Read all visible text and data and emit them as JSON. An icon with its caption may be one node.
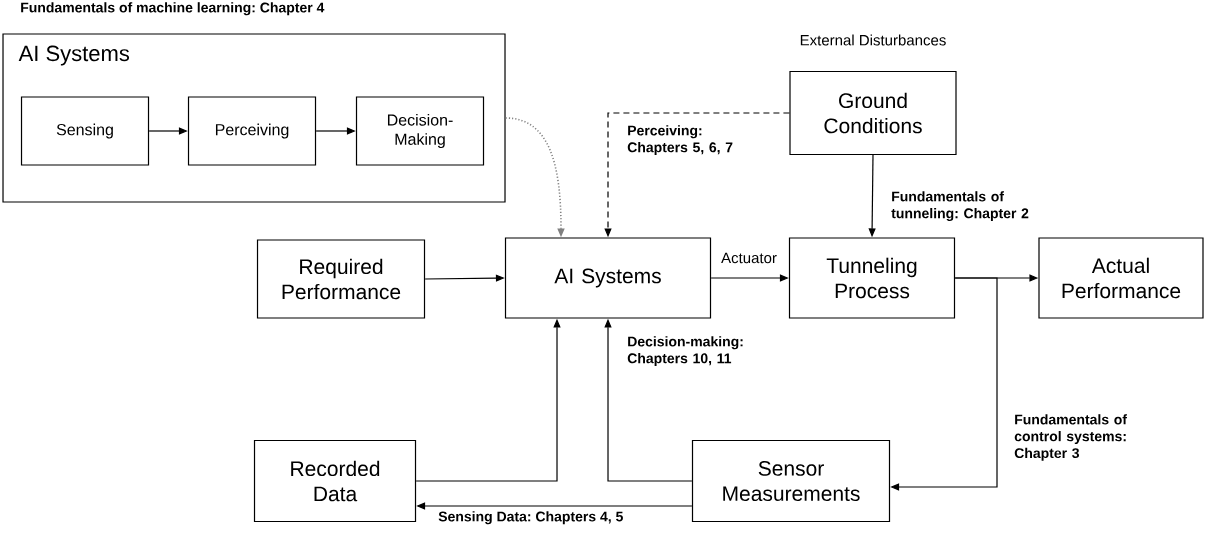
{
  "diagram": {
    "nodes": [
      {
        "text": [
          "AI Systems"
        ],
        "beside": [
          "Fundamentals of machine learning: Chapter 4"
        ]
      },
      {
        "text": [
          "Sensing"
        ],
        "in": 0
      },
      {
        "text": [
          "Perceiving"
        ],
        "in": 0
      },
      {
        "text": [
          "Decision-Making"
        ],
        "in": 0
      },
      {
        "text": [
          "Ground Conditions"
        ],
        "beside": [
          "External Disturbances"
        ]
      },
      {
        "text": [
          "Required Performance"
        ]
      },
      {
        "text": [
          "AI Systems"
        ]
      },
      {
        "text": [
          "Tunneling Process"
        ]
      },
      {
        "text": [
          "Actual Performance"
        ]
      },
      {
        "text": [
          "Recorded Data"
        ]
      },
      {
        "text": [
          "Sensor Measurements"
        ]
      }
    ],
    "edges": [
      {
        "from": 1,
        "to": 2,
        "arrow": "to"
      },
      {
        "from": 2,
        "to": 3,
        "arrow": "to"
      },
      {
        "from": 0,
        "to": 6,
        "arrow": "to",
        "style": "dashed",
        "color": "#808080"
      },
      {
        "from": 4,
        "to": 6,
        "arrow": "to",
        "style": "dashed",
        "label": "Perceiving: Chapters 5, 6, 7"
      },
      {
        "from": 4,
        "to": 7,
        "arrow": "to",
        "label": "Fundamentals of tunneling: Chapter 2"
      },
      {
        "from": 5,
        "to": 6,
        "arrow": "to"
      },
      {
        "from": 6,
        "to": 7,
        "arrow": "to",
        "label": "Actuator"
      },
      {
        "from": 7,
        "to": 8,
        "arrow": "to"
      },
      {
        "from": 7,
        "to": 10,
        "arrow": "to",
        "label": "Fundamentals of control systems: Chapter 3"
      },
      {
        "from": 9,
        "to": 6,
        "arrow": "to"
      },
      {
        "from": 10,
        "to": 6,
        "arrow": "to",
        "label": "Decision-making: Chapters 10, 11"
      },
      {
        "from": 10,
        "to": 9,
        "arrow": "to",
        "label": "Sensing Data: Chapters 4, 5"
      }
    ]
  }
}
